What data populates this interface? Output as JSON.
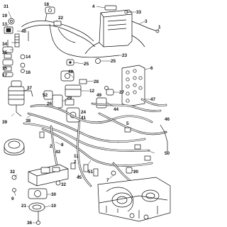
{
  "callouts": {
    "c31": "31",
    "c19": "19",
    "c13": "13",
    "c18": "18",
    "c22": "22",
    "c4": "4",
    "c33": "33",
    "c3": "3",
    "c1": "1",
    "c40": "40",
    "c34": "34",
    "c35": "35",
    "c14": "14",
    "c15": "15",
    "c17": "17",
    "c16": "16",
    "c37": "37",
    "c25a": "25",
    "c25b": "25",
    "c23": "23",
    "c48": "48",
    "c28": "28",
    "c12": "12",
    "c6": "6",
    "c47": "47",
    "c52": "52",
    "c26": "26",
    "c29": "29",
    "c49": "49",
    "c24": "24",
    "c41": "41",
    "c27": "27",
    "c44": "44",
    "c5": "5",
    "c39": "39",
    "c38": "38",
    "c8": "8",
    "c43": "43",
    "c2a": "2",
    "c2b": "2",
    "c11": "11",
    "c50": "50",
    "c46": "46",
    "c45": "45",
    "c51": "51",
    "c20": "20",
    "c7": "7",
    "c32a": "32",
    "c32b": "32",
    "c30": "30",
    "c9": "9",
    "c21": "21",
    "c10": "10",
    "c36": "36"
  }
}
